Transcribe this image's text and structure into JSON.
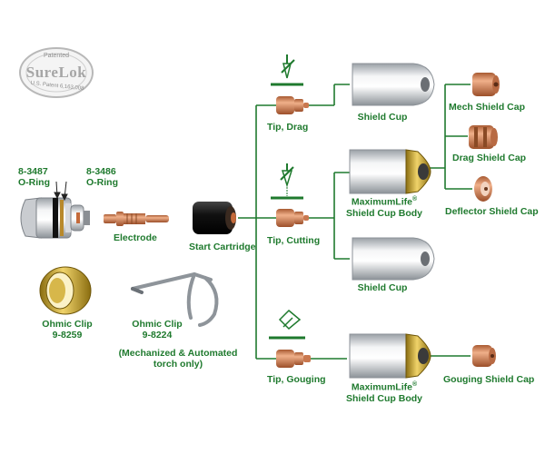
{
  "colors": {
    "line": "#1f7a2e",
    "label": "#1f7a2e",
    "copper": "#c8744a",
    "silver": "#c9cdd2",
    "brass": "#c9a227",
    "black": "#1c1c1c"
  },
  "logo": {
    "top_text": "Patented",
    "brand": "SureLok",
    "bottom_text": "U.S. Patent 6,163,008"
  },
  "left_parts": {
    "oring_a": {
      "part_number": "8-3487",
      "name": "O-Ring"
    },
    "oring_b": {
      "part_number": "8-3486",
      "name": "O-Ring"
    },
    "electrode": "Electrode",
    "start_cartridge": "Start Cartridge",
    "ohmic_clip_a": {
      "name": "Ohmic Clip",
      "part_number": "9-8259"
    },
    "ohmic_clip_b": {
      "name": "Ohmic Clip",
      "part_number": "9-8224",
      "note": "(Mechanized & Automated torch only)"
    }
  },
  "tips": {
    "drag": "Tip, Drag",
    "cutting": "Tip, Cutting",
    "gouging": "Tip, Gouging"
  },
  "cups": {
    "shield_cup_top": "Shield Cup",
    "maxlife_mid_line1": "MaximumLife",
    "maxlife_mid_line2": "Shield Cup Body",
    "shield_cup_bottom": "Shield Cup",
    "maxlife_bot_line1": "MaximumLife",
    "maxlife_bot_line2": "Shield Cup Body",
    "registered": "®"
  },
  "caps": {
    "mech": "Mech Shield Cap",
    "drag": "Drag Shield Cap",
    "deflector": "Deflector Shield Cap",
    "gouging": "Gouging Shield Cap"
  }
}
